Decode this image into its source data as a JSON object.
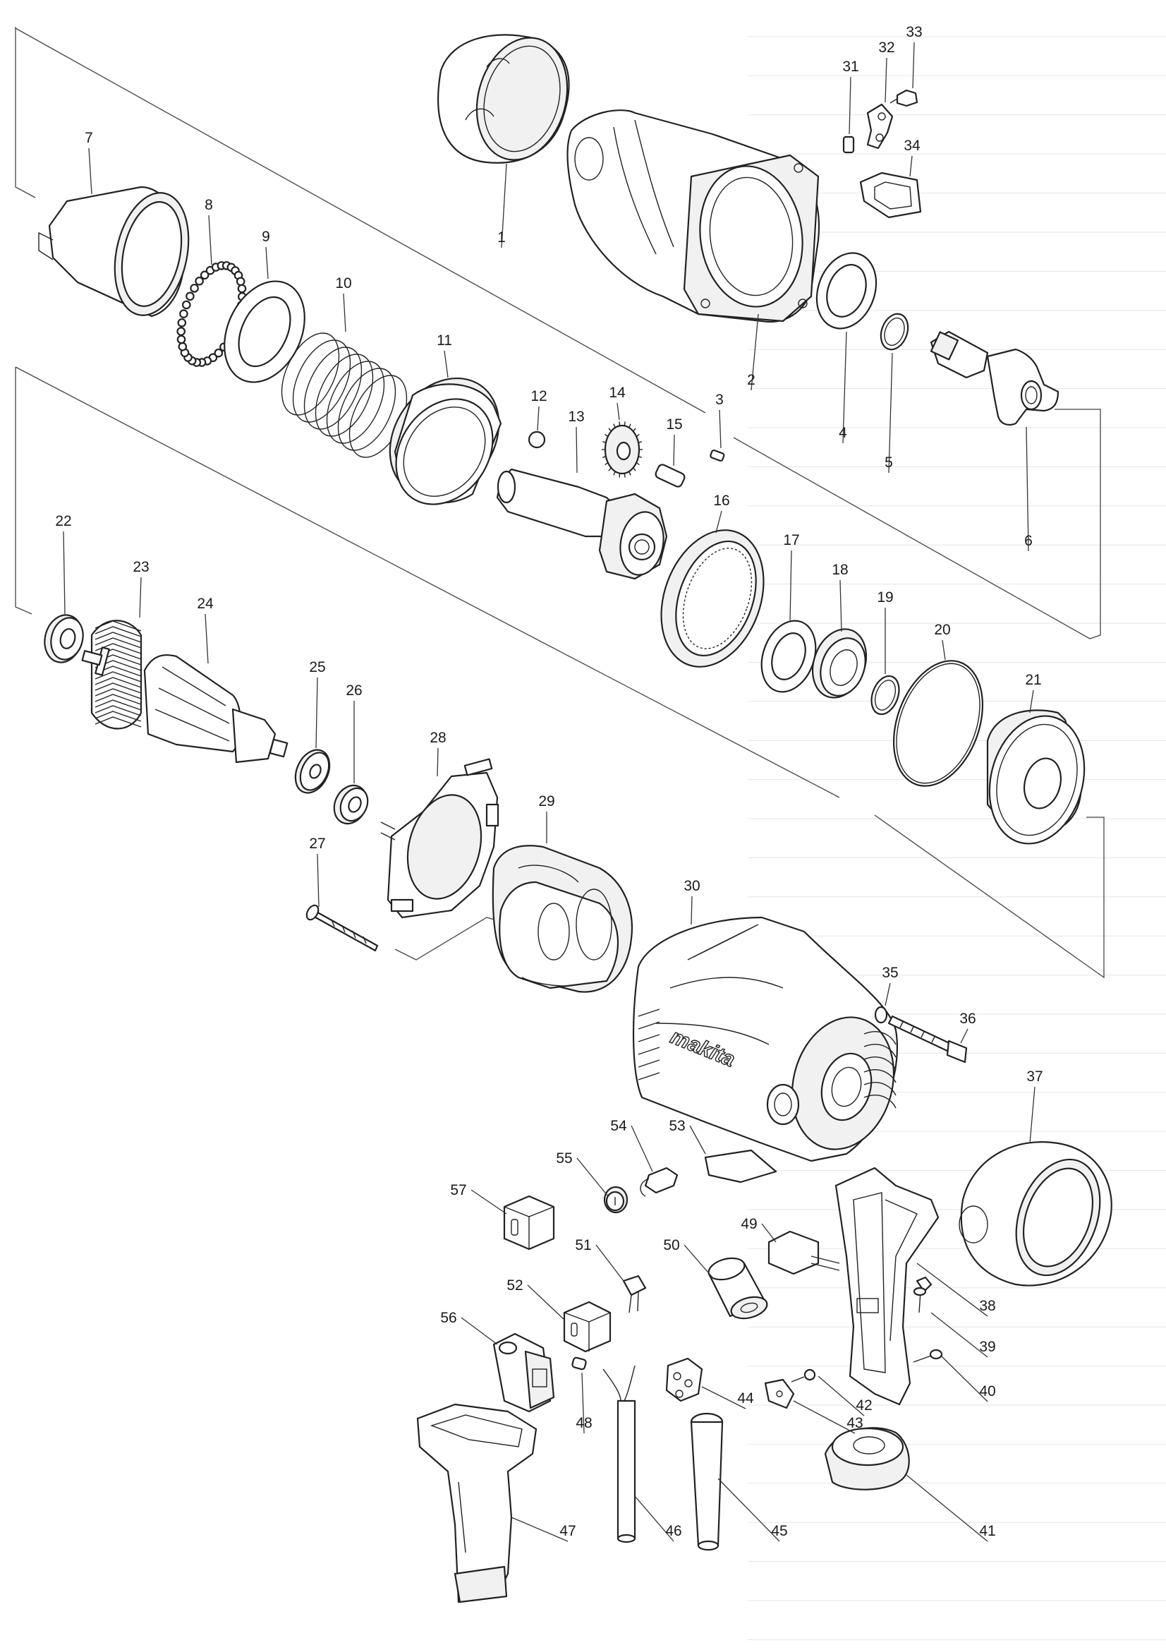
{
  "diagram": {
    "part_numbers": [
      "1",
      "2",
      "3",
      "4",
      "5",
      "6",
      "7",
      "8",
      "9",
      "10",
      "11",
      "12",
      "13",
      "14",
      "15",
      "16",
      "17",
      "18",
      "19",
      "20",
      "21",
      "22",
      "23",
      "24",
      "25",
      "26",
      "27",
      "28",
      "29",
      "30",
      "31",
      "32",
      "33",
      "34",
      "35",
      "36",
      "37",
      "38",
      "39",
      "40",
      "41",
      "42",
      "43",
      "44",
      "45",
      "46",
      "47",
      "48",
      "49",
      "50",
      "51",
      "52",
      "53",
      "54",
      "55",
      "56",
      "57"
    ],
    "brand_mark": "makita"
  }
}
